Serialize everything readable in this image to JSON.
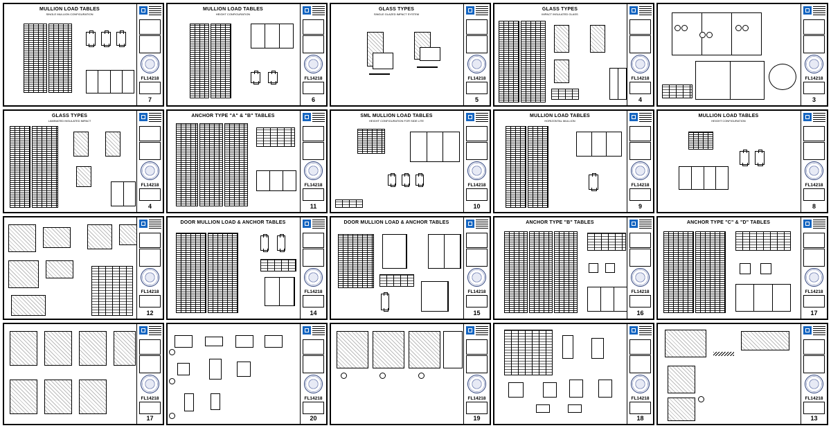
{
  "sheets": [
    {
      "title": "MULLION LOAD TABLES",
      "subtitle": "SINGLE MULLION CONFIGURATION",
      "code": "FL14218",
      "number": "7"
    },
    {
      "title": "MULLION LOAD TABLES",
      "subtitle": "HEIGHT CONFIGURATION",
      "code": "FL14218",
      "number": "6"
    },
    {
      "title": "GLASS TYPES",
      "subtitle": "SINGLE GLAZED IMPACT SYSTEM",
      "code": "FL14218",
      "number": "5"
    },
    {
      "title": "GLASS TYPES",
      "subtitle": "IMPACT INSULATED GLASS",
      "code": "FL14218",
      "number": "4"
    },
    {
      "title": "",
      "subtitle": "",
      "code": "FL14218",
      "number": "3"
    },
    {
      "title": "GLASS TYPES",
      "subtitle": "LAMINATED INSULATED IMPACT",
      "code": "FL14218",
      "number": "4"
    },
    {
      "title": "ANCHOR TYPE \"A\" & \"B\" TABLES",
      "subtitle": "",
      "code": "FL14218",
      "number": "11"
    },
    {
      "title": "SML MULLION LOAD TABLES",
      "subtitle": "HEIGHT CONFIGURATION FOR SIDE LITE",
      "code": "FL14218",
      "number": "10"
    },
    {
      "title": "MULLION LOAD TABLES",
      "subtitle": "HORIZONTAL MULLION",
      "code": "FL14218",
      "number": "9"
    },
    {
      "title": "MULLION LOAD TABLES",
      "subtitle": "HEIGHT CONFIGURATION",
      "code": "FL14218",
      "number": "8"
    },
    {
      "title": "",
      "subtitle": "",
      "code": "FL14218",
      "number": "12"
    },
    {
      "title": "DOOR MULLION LOAD & ANCHOR TABLES",
      "subtitle": "",
      "code": "FL14218",
      "number": "14"
    },
    {
      "title": "DOOR MULLION LOAD & ANCHOR TABLES",
      "subtitle": "",
      "code": "FL14218",
      "number": "15"
    },
    {
      "title": "ANCHOR TYPE \"B\" TABLES",
      "subtitle": "",
      "code": "FL14218",
      "number": "16"
    },
    {
      "title": "ANCHOR TYPE \"C\" & \"D\" TABLES",
      "subtitle": "",
      "code": "FL14218",
      "number": "17"
    },
    {
      "title": "",
      "subtitle": "",
      "code": "FL14218",
      "number": "17"
    },
    {
      "title": "",
      "subtitle": "",
      "code": "FL14218",
      "number": "20"
    },
    {
      "title": "",
      "subtitle": "",
      "code": "FL14218",
      "number": "19"
    },
    {
      "title": "",
      "subtitle": "",
      "code": "FL14218",
      "number": "18"
    },
    {
      "title": "",
      "subtitle": "",
      "code": "FL14218",
      "number": "13"
    }
  ],
  "colors": {
    "line": "#000000",
    "logo": "#1565c0",
    "seal": "#2a3f7a",
    "background": "#ffffff"
  }
}
